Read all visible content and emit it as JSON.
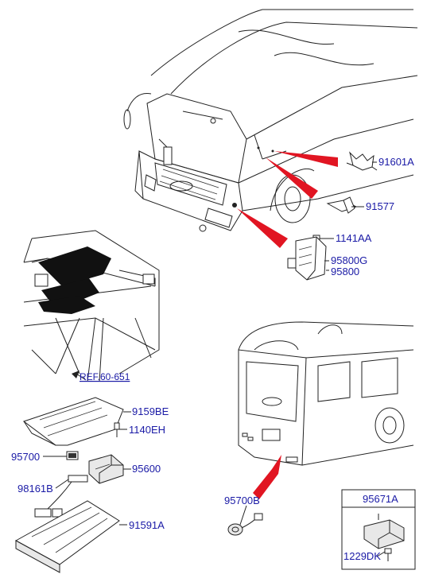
{
  "parts": {
    "p91601A": "91601A",
    "p91577": "91577",
    "p1141AA": "1141AA",
    "p95800G": "95800G",
    "p95800": "95800",
    "ref": "REF.60-651",
    "p9159BE": "9159BE",
    "p1140EH": "1140EH",
    "p95700": "95700",
    "p95600": "95600",
    "p98161B": "98161B",
    "p91591A": "91591A",
    "p95700B": "95700B",
    "p95671A": "95671A",
    "p1229DK": "1229DK"
  },
  "colors": {
    "label": "#1a1aa6",
    "leader_arrow": "#e11522",
    "line_art": "#222222"
  }
}
